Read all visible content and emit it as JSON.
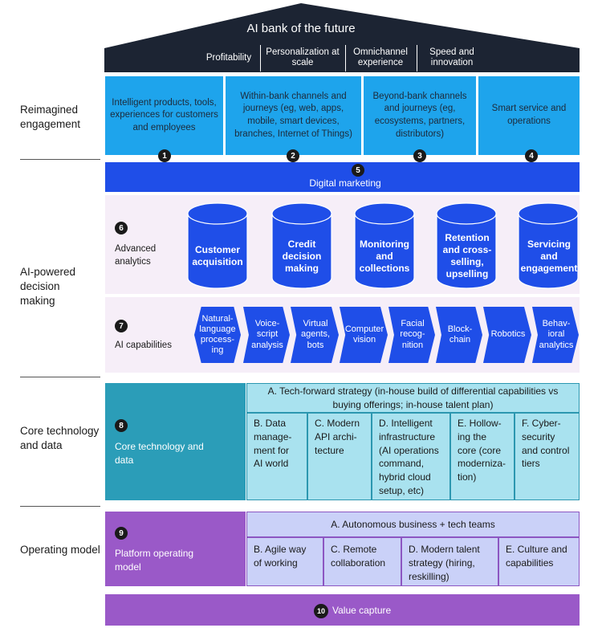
{
  "roof": {
    "title": "AI bank of the future",
    "pillars": [
      "Profitability",
      "Personalization at scale",
      "Omnichannel experience",
      "Speed and innovation"
    ]
  },
  "layers": {
    "engagement": "Reimagined engagement",
    "decision": "AI-powered decision making",
    "core": "Core technology and data",
    "operating": "Operating model"
  },
  "engagement": {
    "boxes": [
      {
        "text": "Intelligent products, tools, experiences for customers and employees",
        "num": "1"
      },
      {
        "text": "Within-bank channels and journeys (eg, web, apps, mobile, smart devices, branches, Internet of Things)",
        "num": "2"
      },
      {
        "text": "Beyond-bank channels and journeys (eg, ecosystems, partners, distributors)",
        "num": "3"
      },
      {
        "text": "Smart service and operations",
        "num": "4"
      }
    ],
    "digital_marketing": {
      "num": "5",
      "label": "Digital marketing"
    }
  },
  "analytics": {
    "num": "6",
    "label": "Advanced analytics",
    "items": [
      "Customer acquisition",
      "Credit decision making",
      "Monitoring and collections",
      "Retention and cross-selling, upselling",
      "Servicing and engagement"
    ]
  },
  "ai_capabilities": {
    "num": "7",
    "label": "AI capabilities",
    "items": [
      "Natural-language process-ing",
      "Voice-script analysis",
      "Virtual agents, bots",
      "Computer vision",
      "Facial recog-nition",
      "Block-chain",
      "Robotics",
      "Behav-ioral analytics"
    ]
  },
  "core": {
    "num": "8",
    "label": "Core technology and data",
    "top": "A. Tech-forward strategy (in-house build of differential capabilities vs buying offerings; in-house talent plan)",
    "boxes": [
      "B. Data manage-ment for AI world",
      "C. Modern API archi-tecture",
      "D. Intelligent infrastructure (AI operations command, hybrid cloud setup, etc)",
      "E. Hollow-ing the core (core moderniza-tion)",
      "F. Cyber-security and control tiers"
    ]
  },
  "operating": {
    "num": "9",
    "label": "Platform operating model",
    "top": "A. Autonomous business + tech teams",
    "boxes": [
      "B. Agile way of working",
      "C. Remote collaboration",
      "D. Modern talent strategy (hiring, reskilling)",
      "E. Culture and capabilities"
    ]
  },
  "value_capture": {
    "num": "10",
    "label": "Value capture"
  },
  "colors": {
    "roof": "#1c2433",
    "engagement": "#1ea4ec",
    "digital": "#1f4ee8",
    "core": "#2b9db8",
    "operating": "#9a59c8"
  }
}
